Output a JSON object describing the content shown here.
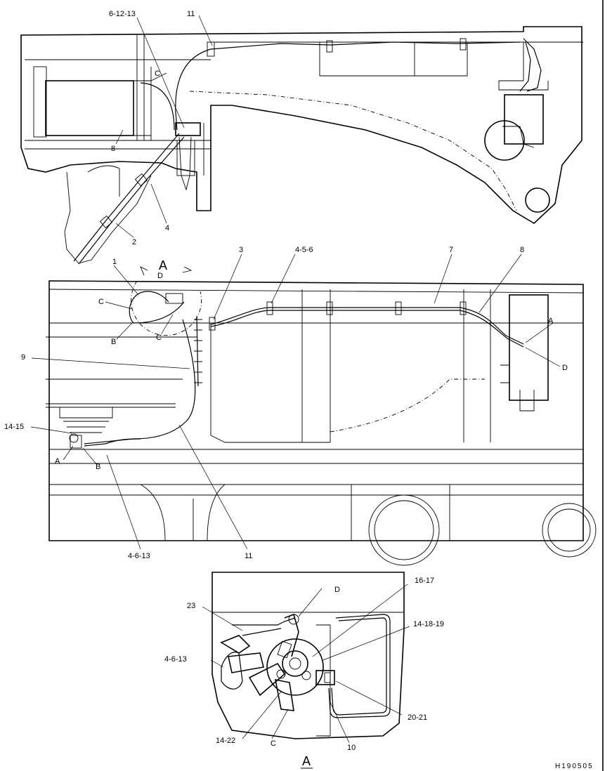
{
  "figure": {
    "drawing_code": "H190505",
    "view_letter": "A",
    "callouts": {
      "top": [
        "6-12-13",
        "11",
        "C",
        "8",
        "4",
        "2"
      ],
      "middle": [
        "A",
        "1",
        "D",
        "C",
        "C",
        "B",
        "3",
        "4-5-6",
        "7",
        "8",
        "A",
        "D",
        "9",
        "14-15",
        "A",
        "B",
        "4-6-13",
        "11"
      ],
      "detail": [
        "D",
        "16-17",
        "23",
        "14-18-19",
        "4-6-13",
        "20-21",
        "14-22",
        "C",
        "10"
      ]
    }
  }
}
